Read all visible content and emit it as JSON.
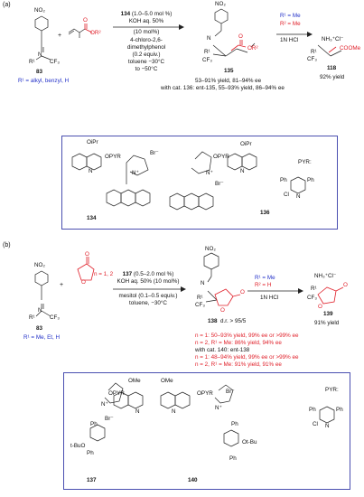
{
  "panel_a": {
    "label": "(a)",
    "nitro": "NO₂",
    "r1": "R¹",
    "cf3": "CF₃",
    "n": "N",
    "oxy": "O",
    "acrylate_r2": "OR²",
    "plus": "+",
    "sm_number": "83",
    "sm_r1_def": "R¹ = alkyl, benzyl, H",
    "cond_cat_num": "134",
    "cond_cat_amt": "(1.0–5.0 mol %)",
    "cond_base": "KOH aq. 50%",
    "cond_base_amt": "(10 mol%)",
    "cond_add1": "4-chloro-2,6-",
    "cond_add2": "dimethylphenol",
    "cond_add3": "(0.2 equiv.)",
    "cond_solv": "toluene −30°C",
    "cond_temp": "to −50°C",
    "prod_number": "135",
    "prod_yield": "53–91% yield, 81–94% ee",
    "prod_alt": "with cat. 136: ent-135, 55–93% yield, 86–94% ee",
    "r1_me": "R¹ = Me",
    "r2_me": "R² = Me",
    "hcl": "1N HCl",
    "amine": "NH₃⁺Cl⁻",
    "ester": "COOMe",
    "p2_number": "118",
    "p2_yield": "92% yield",
    "cat1_number": "134",
    "cat2_number": "136",
    "cat_oipr": "OiPr",
    "cat_opyr": "OPYR",
    "cat_br": "Br⁻",
    "cat_n": "N",
    "cat_nplus": "N⁺",
    "pyr_label": "PYR:",
    "pyr_ph": "Ph",
    "pyr_cl": "Cl",
    "pyr_n": "N"
  },
  "panel_b": {
    "label": "(b)",
    "nitro": "NO₂",
    "r1": "R¹",
    "cf3": "CF₃",
    "n": "N",
    "oxy": "O",
    "plus": "+",
    "n_var": "n = 1, 2",
    "sm_number": "83",
    "sm_r1_def": "R¹ = Me, Et, H",
    "cond_cat_num": "137",
    "cond_cat_amt": "(0.5–2.0 mol %)",
    "cond_base": "KOH aq. 50% (10 mol%)",
    "cond_add": "mesitol (0.1–0.5 equiv.)",
    "cond_solv": "toluene, −30°C",
    "prod_number": "138",
    "prod_dr": "d.r. > 95/5",
    "r1_me": "R¹ = Me",
    "r2_h": "R² = H",
    "hcl": "1N HCl",
    "amine": "NH₃⁺Cl⁻",
    "p2_number": "139",
    "p2_yield": "91% yield",
    "res1": "n = 1: 50–93% yield, 99% ee or >99% ee",
    "res2": "n = 2, R¹ = Me: 86% yield, 94% ee",
    "res3": "with cat. 140: ent-138",
    "res4": "n = 1: 48–94% yield, 99% ee or >99% ee",
    "res5": "n = 2, R¹ = Me: 91% yield, 91% ee",
    "cat1_number": "137",
    "cat2_number": "140",
    "cat_ome": "OMe",
    "cat_opyr": "OPYR",
    "cat_br": "Br⁻",
    "cat_ph": "Ph",
    "cat_tbuo": "t-BuO",
    "cat_otbu": "Ot-Bu",
    "cat_n": "N",
    "cat_nplus": "N⁺",
    "pyr_label": "PYR:",
    "pyr_ph": "Ph",
    "pyr_cl": "Cl",
    "pyr_n": "N"
  },
  "colors": {
    "red": "#e0202a",
    "blue": "#2230c8",
    "box": "#4a4fb0",
    "bond": "#222222"
  }
}
